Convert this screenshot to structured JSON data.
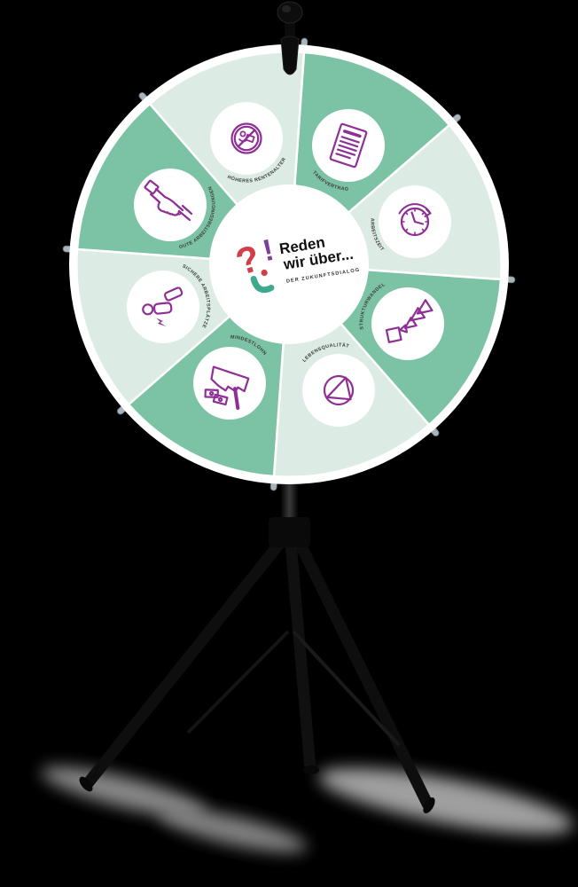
{
  "background_color": "#000000",
  "wheel": {
    "rim_color": "#ffffff",
    "segment_colors": {
      "dark_green": "#7cc2a4",
      "light_green": "#dcebe4"
    },
    "icon_color": "#8e2f96",
    "label_color": "#3d3d3d",
    "segments": [
      {
        "label": "TARIFVERTRAG",
        "icon": "document-icon",
        "color": "#7cc2a4"
      },
      {
        "label": "ARBEITSZEIT",
        "icon": "clock-icon",
        "color": "#dcebe4"
      },
      {
        "label": "STRUKTURWANDEL",
        "icon": "moving-boxes-icon",
        "color": "#7cc2a4"
      },
      {
        "label": "LEBENSQUALITÄT",
        "icon": "circle-triangle-icon",
        "color": "#dcebe4"
      },
      {
        "label": "MINDESTLOHN",
        "icon": "protest-sign-icon",
        "color": "#7cc2a4"
      },
      {
        "label": "SICHERE ARBEITSPLÄTZE",
        "icon": "resting-person-icon",
        "color": "#dcebe4"
      },
      {
        "label": "GUTE ARBEITSBEDINGUNGEN",
        "icon": "handshake-icon",
        "color": "#7cc2a4"
      },
      {
        "label": "HÖHERES RENTENALTER",
        "icon": "no-sign-icon",
        "color": "#dcebe4"
      }
    ],
    "center": {
      "mark_question": "?",
      "mark_exclamation": "!",
      "title_line1": "Reden",
      "title_line2": "wir über...",
      "subtitle": "DER ZUKUNFTSDIALOG",
      "title_color": "#101010",
      "question_color": "#d23f49",
      "exclamation_color": "#7d3f98",
      "swoosh_color": "#3fa98e"
    }
  }
}
